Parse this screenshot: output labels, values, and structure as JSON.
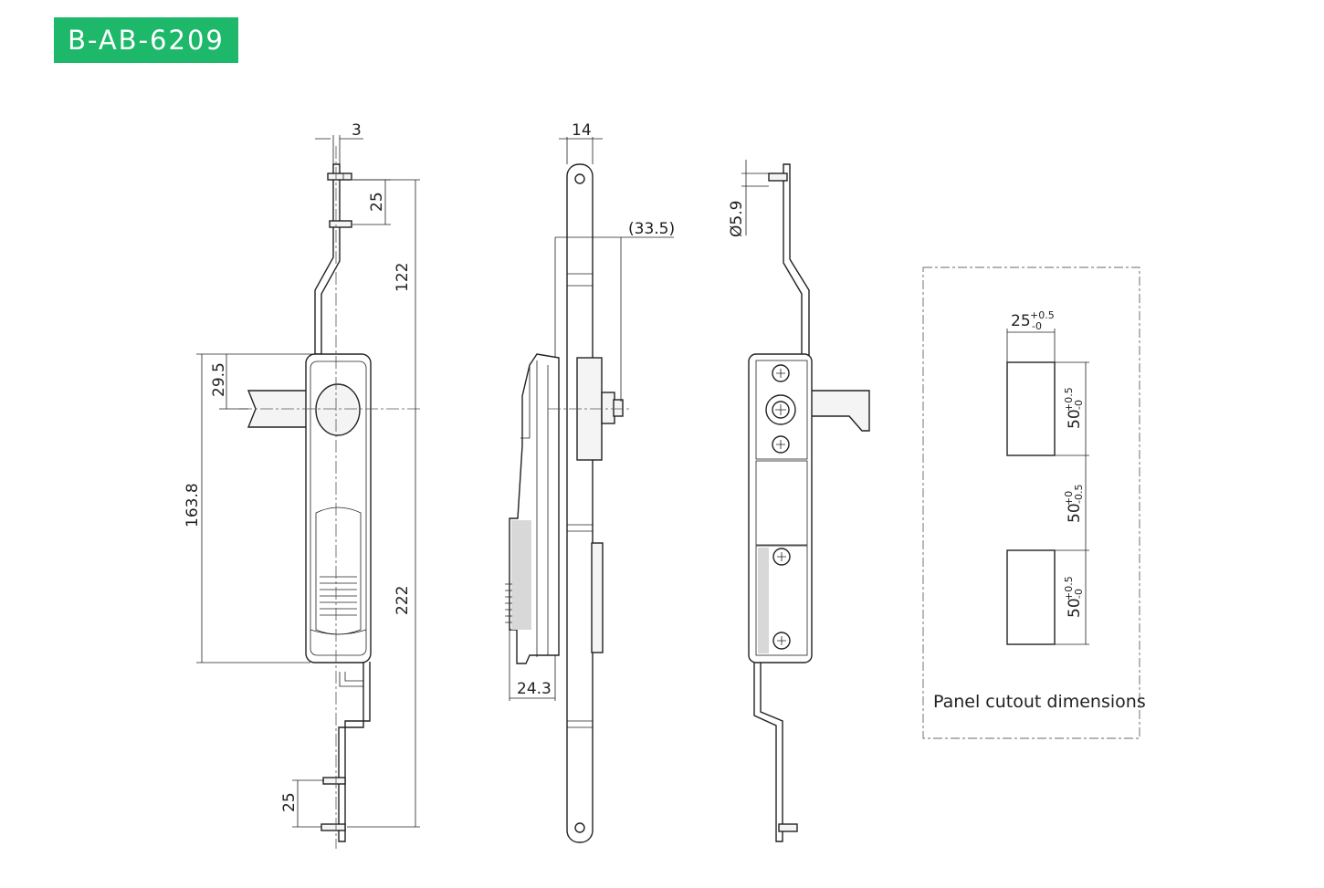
{
  "part_number": "B-AB-6209",
  "colors": {
    "badge": "#1db86a",
    "line": "#222222"
  },
  "dimensions": {
    "front_view": {
      "offset_top": "3",
      "pin_pitch_top": "25",
      "overall_upper": "122",
      "handle_offset": "29.5",
      "handle_length": "163.8",
      "overall_lower": "222",
      "pin_pitch_bottom": "25"
    },
    "side_view": {
      "rod_width": "14",
      "depth": "(33.5)",
      "handle_depth": "24.3"
    },
    "rear_view": {
      "pin_diameter": "Ø5.9"
    }
  },
  "cutout": {
    "caption": "Panel cutout dimensions",
    "width": {
      "nominal": "25",
      "upper_tol": "+0.5",
      "lower_tol": "-0"
    },
    "slot_height_top": {
      "nominal": "50",
      "upper_tol": "+0.5",
      "lower_tol": "-0"
    },
    "spacing": {
      "nominal": "50",
      "upper_tol": "+0",
      "lower_tol": "-0.5"
    },
    "slot_height_bottom": {
      "nominal": "50",
      "upper_tol": "+0.5",
      "lower_tol": "-0"
    }
  }
}
